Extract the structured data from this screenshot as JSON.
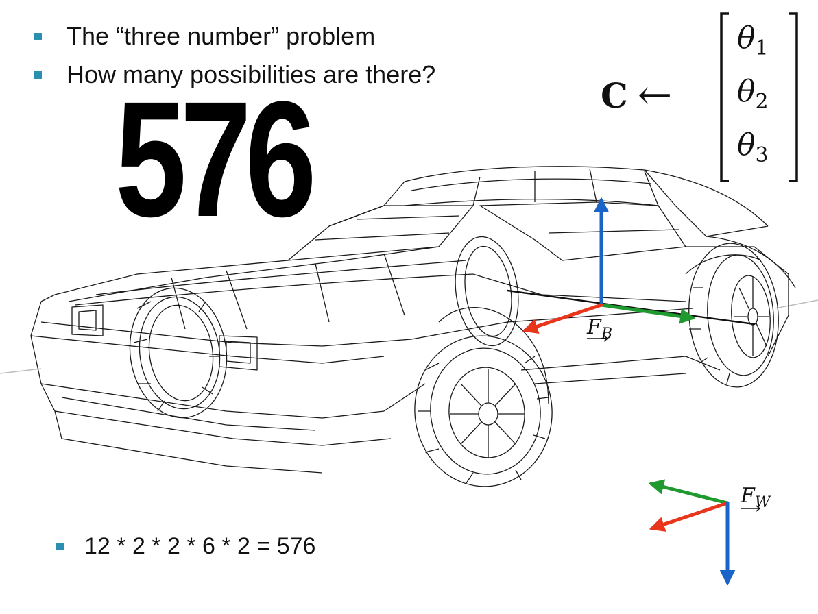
{
  "bullets": [
    {
      "text": "The “three number” problem"
    },
    {
      "text": "How many possibilities are there?"
    }
  ],
  "big_number": "576",
  "formula": {
    "lhs": "C",
    "arrow": "←",
    "thetas": [
      {
        "symbol": "θ",
        "sub": "1"
      },
      {
        "symbol": "θ",
        "sub": "2"
      },
      {
        "symbol": "θ",
        "sub": "3"
      }
    ]
  },
  "frames": {
    "body": {
      "letter": "F",
      "sub": "B"
    },
    "world": {
      "letter": "F",
      "sub": "W"
    }
  },
  "bottom_bullet": {
    "text": "12 * 2 * 2 * 6 * 2 = 576"
  },
  "icons": {
    "car": "delorean-wireframe",
    "body_axes": "coordinate-axes",
    "world_axes": "coordinate-axes"
  },
  "colors": {
    "bullet": "#2a8fb0",
    "axis_x": "#e8351c",
    "axis_y": "#1f9a2e",
    "axis_z": "#1a63c7",
    "wireframe": "#1a1a1a"
  }
}
